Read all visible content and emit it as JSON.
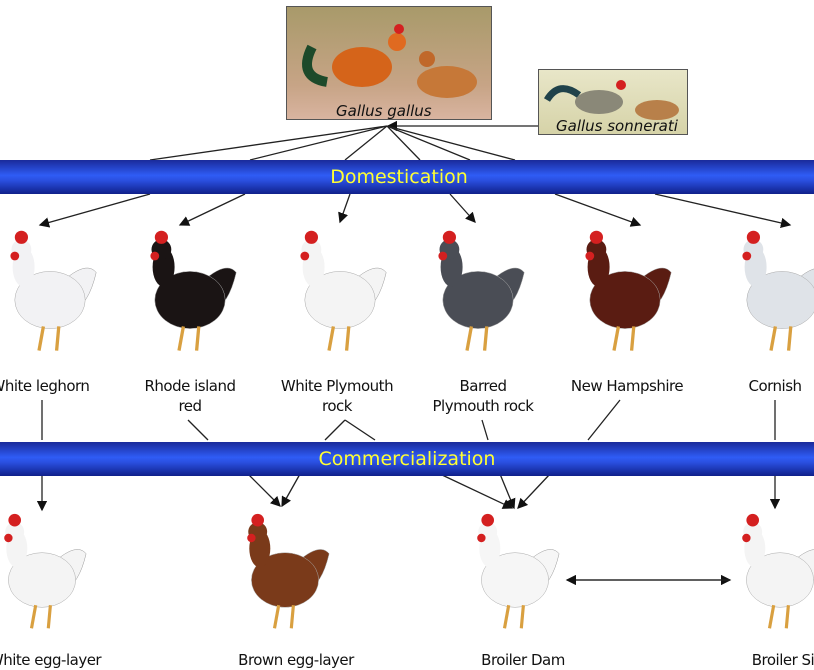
{
  "ancestors": [
    {
      "name": "Gallus gallus"
    },
    {
      "name": "Gallus sonnerati"
    }
  ],
  "stages": {
    "domestication": "Domestication",
    "commercialization": "Commercialization"
  },
  "breeds": [
    {
      "line1": "White leghorn",
      "line2": "",
      "color": "#f2f2f4"
    },
    {
      "line1": "Rhode island",
      "line2": "red",
      "color": "#1a1414"
    },
    {
      "line1": "White Plymouth",
      "line2": "rock",
      "color": "#f4f4f4"
    },
    {
      "line1": "Barred",
      "line2": "Plymouth rock",
      "color": "#4a4d55"
    },
    {
      "line1": "New Hampshire",
      "line2": "",
      "color": "#5a1c12"
    },
    {
      "line1": "Cornish",
      "line2": "",
      "color": "#dfe3e8"
    }
  ],
  "products": [
    {
      "name": "White egg-layer",
      "color": "#f4f4f4"
    },
    {
      "name": "Brown egg-layer",
      "color": "#7a3a1a"
    },
    {
      "name": "Broiler Dam",
      "color": "#f6f6f6"
    },
    {
      "name": "Broiler Sire",
      "color": "#f4f4f4"
    }
  ],
  "colors": {
    "band": "#2f5cf5",
    "band_text": "#ffff33",
    "comb": "#d42020"
  }
}
